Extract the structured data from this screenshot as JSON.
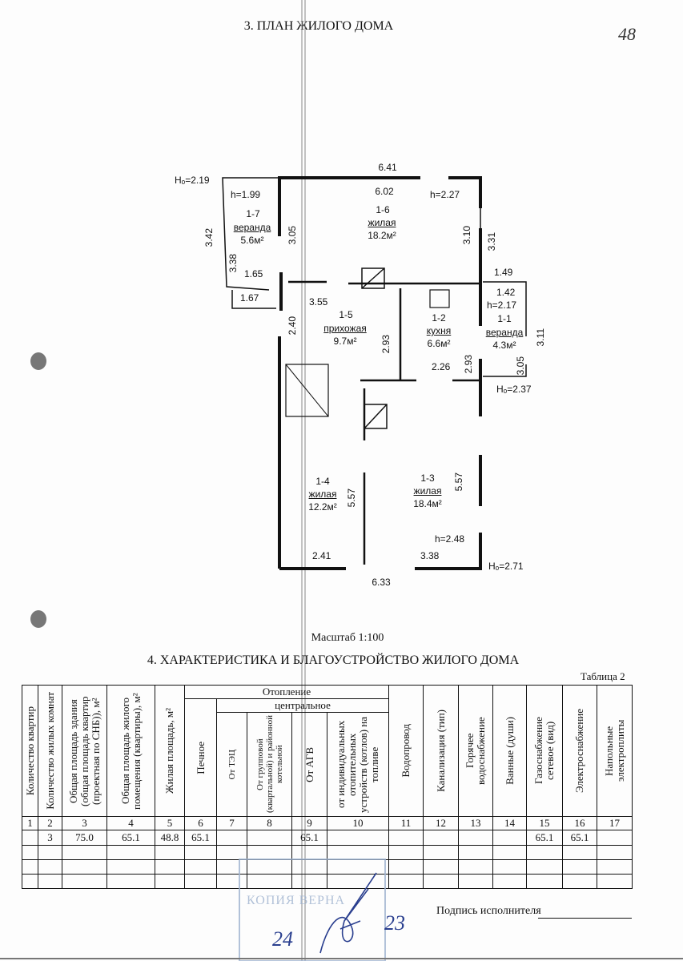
{
  "page_number": "48",
  "plan": {
    "title": "3. ПЛАН ЖИЛОГО ДОМА",
    "scale": "Масштаб  1:100",
    "rooms": [
      {
        "id": "1-7",
        "name": "веранда",
        "area": "5.6м²",
        "height": "h=1.99"
      },
      {
        "id": "1-6",
        "name": "жилая",
        "area": "18.2м²",
        "height": "h=2.27"
      },
      {
        "id": "1-5",
        "name": "прихожая",
        "area": "9.7м²"
      },
      {
        "id": "1-2",
        "name": "кухня",
        "area": "6.6м²"
      },
      {
        "id": "1-1",
        "name": "веранда",
        "area": "4.3м²",
        "height": "h=2.17"
      },
      {
        "id": "1-4",
        "name": "жилая",
        "area": "12.2м²"
      },
      {
        "id": "1-3",
        "name": "жилая",
        "area": "18.4м²",
        "height": "h=2.48"
      }
    ],
    "levels": {
      "h1": "Hₒ=2.19",
      "h2": "Hₒ=2.37",
      "h3": "Hₒ=2.71"
    },
    "dims": {
      "d641": "6.41",
      "d602": "6.02",
      "d342": "3.42",
      "d338": "3.38",
      "d305a": "3.05",
      "d165": "1.65",
      "d167": "1.67",
      "d310": "3.10",
      "d331": "3.31",
      "d149": "1.49",
      "d142": "1.42",
      "d311": "3.11",
      "d305b": "3.05",
      "d355": "3.55",
      "d240": "2.40",
      "d293a": "2.93",
      "d293b": "2.93",
      "d226": "2.26",
      "d557a": "5.57",
      "d557b": "5.57",
      "d241": "2.41",
      "d338b": "3.38",
      "d633": "6.33"
    }
  },
  "table": {
    "title": "4. ХАРАКТЕРИСТИКА И БЛАГОУСТРОЙСТВО ЖИЛОГО ДОМА",
    "caption": "Таблица 2",
    "group_heating": "Отопление",
    "group_central": "центральное",
    "headers": [
      "Количество квартир",
      "Количество жилых комнат",
      "Общая площадь здания (общая площадь квартир (проектная по СНБ)), м²",
      "Общая площадь жилого помещения (квартиры), м²",
      "Жилая площадь, м²",
      "Печное",
      "От ТЭЦ",
      "От групповой (квартальной) и районной котельной",
      "От АГВ",
      "от индивидуальных отопительных устройств (котлов) на топливе",
      "Водопровод",
      "Канализация (тип)",
      "Горячее водоснабжение",
      "Ванные (души)",
      "Газоснабжение сетевое (вид)",
      "Электроснабжение",
      "Напольные электроплиты"
    ],
    "numbers": [
      "1",
      "2",
      "3",
      "4",
      "5",
      "6",
      "7",
      "8",
      "9",
      "10",
      "11",
      "12",
      "13",
      "14",
      "15",
      "16",
      "17"
    ],
    "rows": [
      [
        "",
        "3",
        "75.0",
        "65.1",
        "48.8",
        "65.1",
        "",
        "",
        "65.1",
        "",
        "",
        "",
        "",
        "",
        "65.1",
        "65.1",
        ""
      ]
    ]
  },
  "footer": {
    "signature_label": "Подпись исполнителя",
    "stamp_text": "КОПИЯ ВЕРНА",
    "stamp_date_day": "24",
    "stamp_date_year": "23"
  }
}
